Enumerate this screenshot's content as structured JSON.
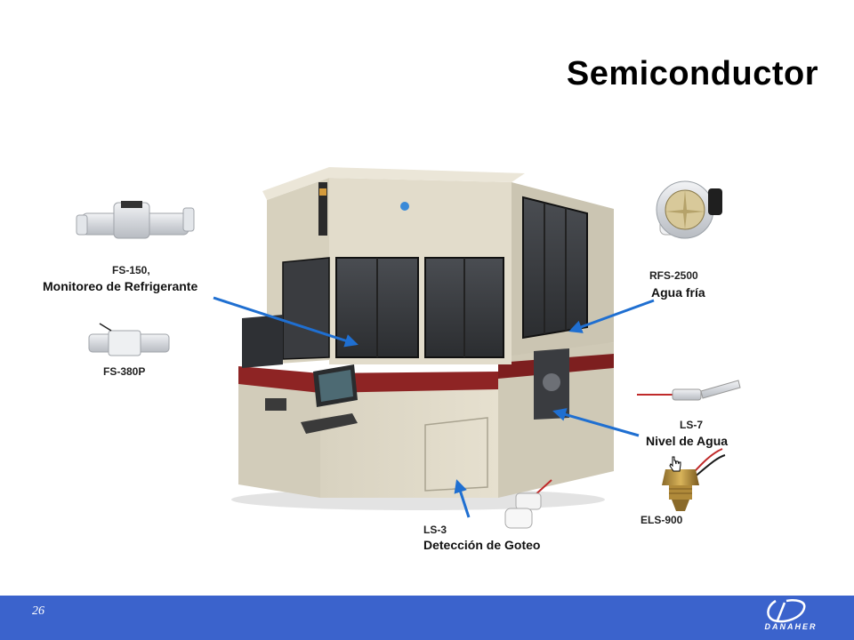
{
  "slide": {
    "title": "Semiconductor",
    "page_number": "26"
  },
  "labels": {
    "fs150_code": "FS-150,",
    "fs150_desc": "Monitoreo de Refrigerante",
    "fs380p_code": "FS-380P",
    "rfs2500_code": "RFS-2500",
    "rfs2500_desc": "Agua fría",
    "ls7_code": "LS-7",
    "ls7_desc": "Nivel de Agua",
    "els900_code": "ELS-900",
    "ls3_code": "LS-3",
    "ls3_desc": "Detección de Goteo"
  },
  "logo": {
    "brand": "DANAHER"
  },
  "colors": {
    "arrow": "#1f6fd1",
    "footer": "#3b63cc",
    "machine_body": "#ddd6c4",
    "machine_stripe": "#8e2424"
  }
}
